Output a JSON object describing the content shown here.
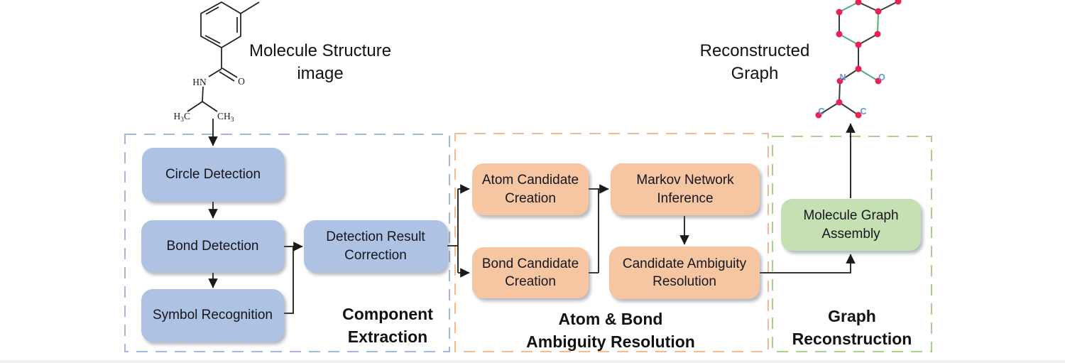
{
  "colors": {
    "box-blue": "#aec2e4",
    "box-orange": "#f6c5a2",
    "box-green": "#c6e0b4",
    "border-blue": "#a3b8dc",
    "border-orange": "#f3bb92",
    "border-green": "#a9d18e",
    "box-text": "#16161e",
    "section-text": "#121212",
    "arrow": "#1a1a1a",
    "molecule-ink": "#1c1c1c",
    "node-red": "#e92253",
    "edge-dark": "#3a3a3a",
    "edge-green": "#4fae80",
    "atom-letter-blue": "#6496d8",
    "bottom-edge": "#eef0f3"
  },
  "molecule_image": {
    "caption_line1": "Molecule Structure",
    "caption_line2": "image",
    "hn": "HN",
    "o": "O",
    "h3c": {
      "a": "H",
      "b": "3",
      "c": "C"
    },
    "ch3": {
      "a": "CH",
      "b": "3"
    }
  },
  "reconstructed_graph": {
    "caption_line1": "Reconstructed",
    "caption_line2": "Graph",
    "atom_labels": {
      "n": "N",
      "o": "O",
      "c_left": "C",
      "c_right": "C"
    }
  },
  "stages": [
    {
      "label_line1": "Component",
      "label_line2": "Extraction",
      "boxes": {
        "circle": "Circle Detection",
        "bond": "Bond Detection",
        "symbol": "Symbol Recognition",
        "correction": "Detection Result Correction"
      }
    },
    {
      "label_line1": "Atom & Bond",
      "label_line2": "Ambiguity Resolution",
      "boxes": {
        "atom_candidate": "Atom Candidate Creation",
        "bond_candidate": "Bond Candidate Creation",
        "markov": "Markov Network Inference",
        "ambiguity": "Candidate Ambiguity Resolution"
      }
    },
    {
      "label_line1": "Graph",
      "label_line2": "Reconstruction",
      "boxes": {
        "assembly": "Molecule Graph Assembly"
      }
    }
  ]
}
